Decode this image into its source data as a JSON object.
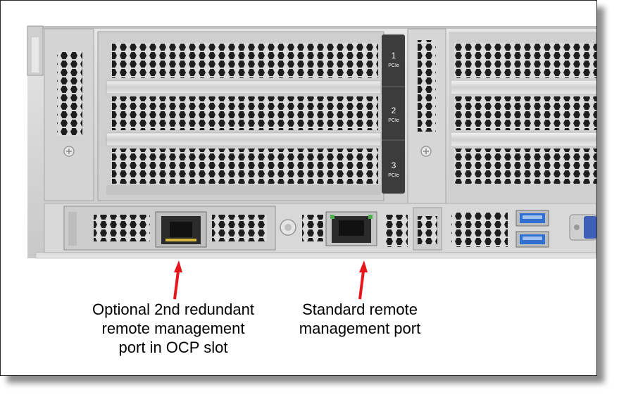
{
  "colors": {
    "chassis": "#d9d9d9",
    "chassis_dark": "#b8b8b8",
    "slot_label_bg": "#3c3c3c",
    "port_body": "#2b2b2b",
    "usb_blue": "#2f6fd1",
    "vga_blue": "#3d5fb6",
    "arrow": "#e8141c"
  },
  "pcie_slots": [
    {
      "number": "1",
      "label": "PCIe"
    },
    {
      "number": "2",
      "label": "PCIe"
    },
    {
      "number": "3",
      "label": "PCIe"
    }
  ],
  "callouts": {
    "ocp": {
      "lines": [
        "Optional 2nd redundant",
        "remote management",
        "port in OCP slot"
      ]
    },
    "standard": {
      "lines": [
        "Standard remote",
        "management port"
      ]
    }
  },
  "icons": [
    "rj45-port-icon",
    "usb-port-icon",
    "vga-port-icon",
    "thumbscrew-icon",
    "red-arrow-icon"
  ]
}
